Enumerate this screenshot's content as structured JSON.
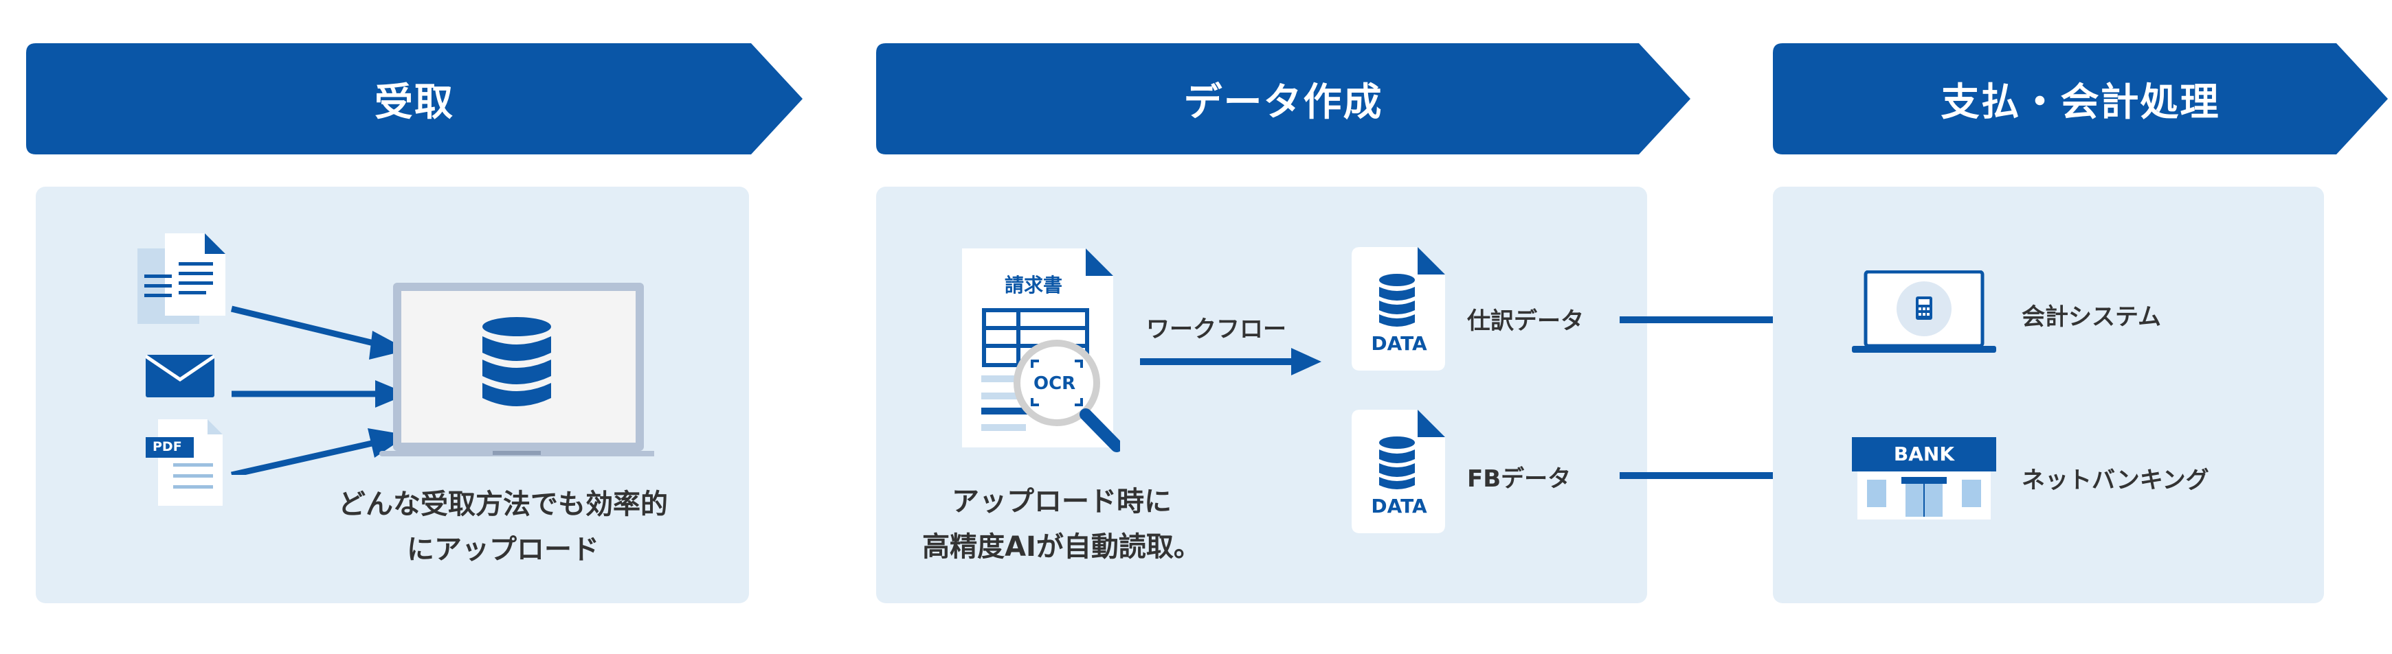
{
  "colors": {
    "brand": "#0a56a7",
    "panel": "#e3eef7",
    "arrow": "#0a56a7",
    "text": "#333333"
  },
  "stages": [
    {
      "label": "受取"
    },
    {
      "label": "データ作成"
    },
    {
      "label": "支払・会計処理"
    }
  ],
  "receive": {
    "caption_line1": "どんな受取方法でも効率的",
    "caption_line2": "にアップロード",
    "pdf_label": "PDF",
    "icons": [
      "document-icon",
      "mail-icon",
      "pdf-icon",
      "monitor-icon",
      "database-icon"
    ]
  },
  "create": {
    "invoice_title": "請求書",
    "ocr_label": "OCR",
    "workflow_label": "ワークフロー",
    "data_file_label": "DATA",
    "journal_label": "仕訳データ",
    "fb_label": "FBデータ",
    "caption_line1": "アップロード時に",
    "caption_line2": "高精度AIが自動読取。"
  },
  "payment": {
    "accounting_label": "会計システム",
    "bank_sign": "BANK",
    "netbank_label": "ネットバンキング"
  }
}
